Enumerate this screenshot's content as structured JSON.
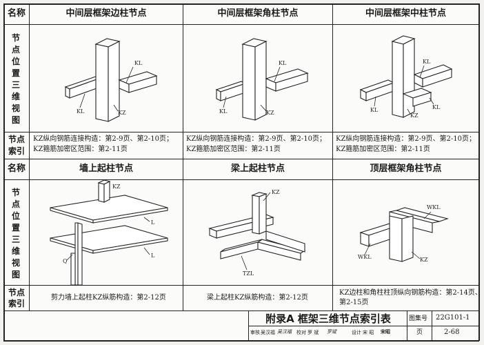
{
  "rows": [
    {
      "name_header": "名称",
      "titles": [
        "中间层框架边柱节点",
        "中间层框架角柱节点",
        "中间层框架中柱节点"
      ],
      "pos_label": [
        "节",
        "点",
        "位",
        "置",
        "三",
        "维",
        "视",
        "图"
      ],
      "index_label": [
        "节点",
        "索引"
      ],
      "refs": [
        [
          "KZ纵向钢筋连接构造：第2-9页、第2-10页；",
          "KZ箍筋加密区范围：第2-11页"
        ],
        [
          "KZ纵向钢筋连接构造：第2-9页、第2-10页；",
          "KZ箍筋加密区范围：第2-11页"
        ],
        [
          "KZ纵向钢筋连接构造：第2-9页、第2-10页；",
          "KZ箍筋加密区范围：第2-11页"
        ]
      ]
    },
    {
      "name_header": "名称",
      "titles": [
        "墙上起柱节点",
        "梁上起柱节点",
        "顶层框架角柱节点"
      ],
      "pos_label": [
        "节",
        "点",
        "位",
        "置",
        "三",
        "维",
        "视",
        "图"
      ],
      "index_label": [
        "节点",
        "索引"
      ],
      "refs": [
        [
          "剪力墙上起柱KZ纵筋构造：第2-12页"
        ],
        [
          "梁上起柱KZ纵筋构造：第2-12页"
        ],
        [
          "KZ边柱和角柱柱顶纵向钢筋构造：第2-14页、",
          "第2-15页"
        ]
      ]
    }
  ],
  "figure_labels": {
    "kz": "KZ",
    "kl": "KL",
    "l": "L",
    "q": "Q",
    "tzl": "TZL",
    "wkl": "WKL"
  },
  "title_block": {
    "title": "附录A  框架三维节点索引表",
    "atlas_label": "图集号",
    "atlas_no": "22G101-1",
    "review": "审核",
    "reviewer": "吴汉福",
    "reviewer_sig": "吴汉福",
    "check": "校对",
    "checker": "罗  斌",
    "checker_sig": "罗斌",
    "design": "设计",
    "designer": "宋  昭",
    "designer_sig": "宋昭",
    "page_label": "页",
    "page_no": "2-68"
  }
}
